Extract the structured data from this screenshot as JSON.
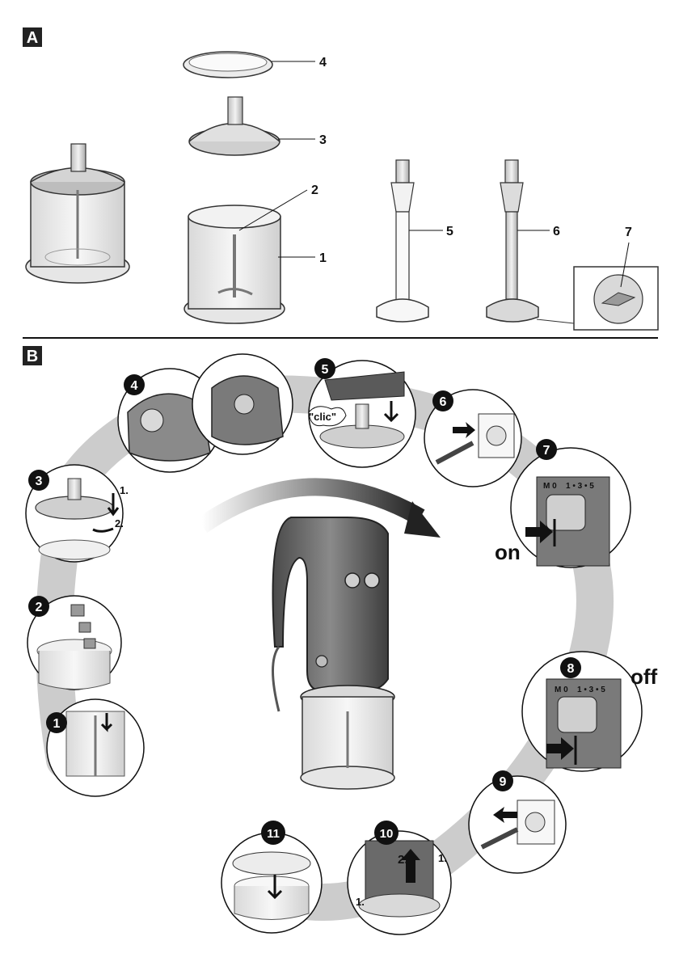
{
  "sections": {
    "a": "A",
    "b": "B"
  },
  "part_labels": [
    "1",
    "2",
    "3",
    "4",
    "5",
    "6",
    "7"
  ],
  "steps": [
    "1",
    "2",
    "3",
    "4",
    "5",
    "6",
    "7",
    "8",
    "9",
    "10",
    "11"
  ],
  "sub_steps": {
    "step3_first": "1.",
    "step3_second": "2.",
    "step10_first_a": "1.",
    "step10_first_b": "1.",
    "step10_second": "2."
  },
  "texts": {
    "clic": "\"clic\"",
    "on": "on",
    "off": "off"
  },
  "speed_scale": {
    "left": "M 0",
    "right": "1 • 3 • 5"
  },
  "colors": {
    "accent": "#222222",
    "device": "#6a6a6a",
    "path": "#cccccc"
  }
}
